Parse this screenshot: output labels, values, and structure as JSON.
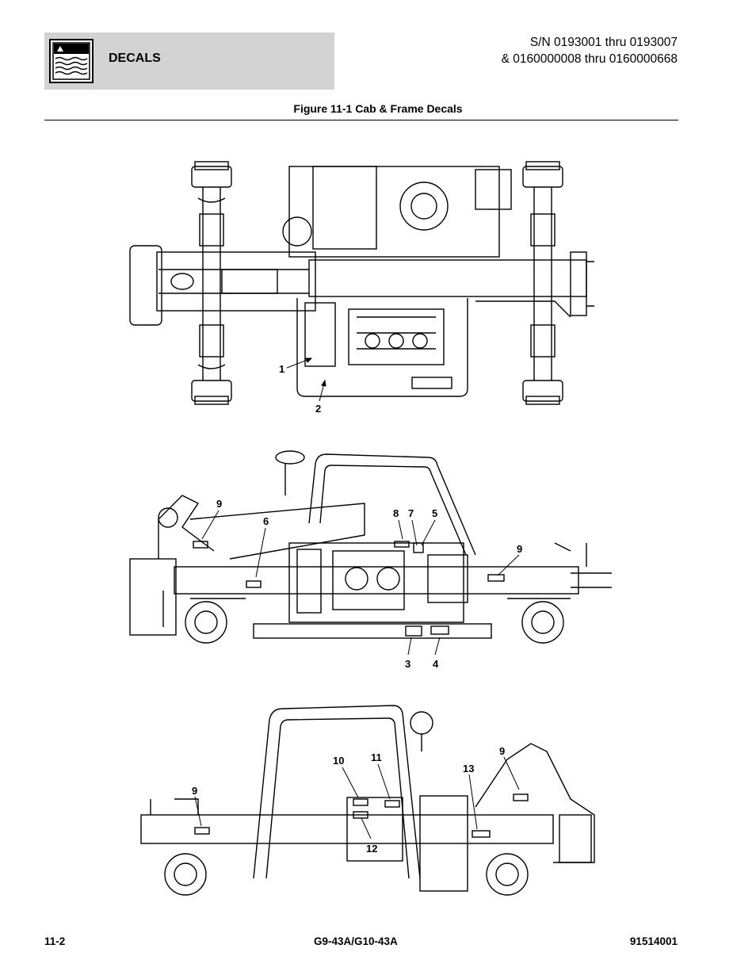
{
  "header": {
    "section_title": "DECALS",
    "serial_line1": "S/N 0193001 thru 0193007",
    "serial_line2": "& 0160000008 thru 0160000668"
  },
  "figure": {
    "title": "Figure 11-1 Cab & Frame Decals",
    "views": [
      {
        "view": "top",
        "callouts": [
          "1",
          "2"
        ]
      },
      {
        "view": "left side",
        "callouts": [
          "9",
          "6",
          "8",
          "7",
          "5",
          "9",
          "3",
          "4"
        ]
      },
      {
        "view": "right side",
        "callouts": [
          "9",
          "10",
          "11",
          "9",
          "13",
          "12"
        ]
      }
    ]
  },
  "callouts": {
    "c1": "1",
    "c2": "2",
    "c9a": "9",
    "c6": "6",
    "c8": "8",
    "c7": "7",
    "c5": "5",
    "c9b": "9",
    "c3": "3",
    "c4": "4",
    "c9c": "9",
    "c10": "10",
    "c11": "11",
    "c9d": "9",
    "c13": "13",
    "c12": "12"
  },
  "footer": {
    "page": "11-2",
    "model": "G9-43A/G10-43A",
    "part_number": "91514001"
  }
}
